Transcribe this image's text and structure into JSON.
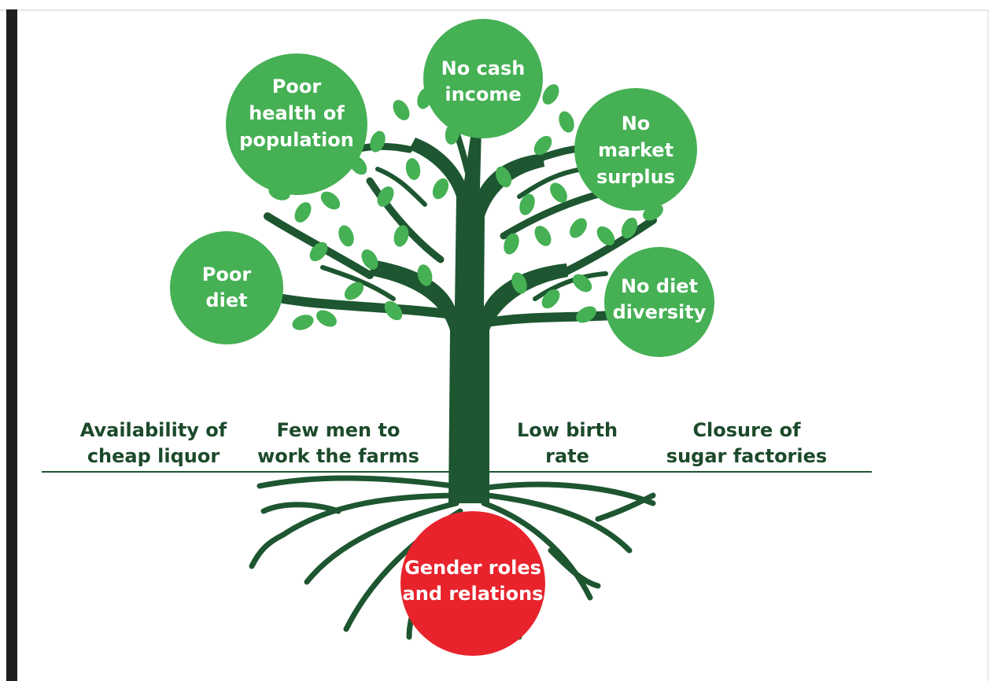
{
  "effects": [
    {
      "line1": "Poor",
      "line2": "health of",
      "line3": "population"
    },
    {
      "line1": "No cash",
      "line2": "income"
    },
    {
      "line1": "No",
      "line2": "market",
      "line3": "surplus"
    },
    {
      "line1": "Poor",
      "line2": "diet"
    },
    {
      "line1": "No diet",
      "line2": "diversity"
    }
  ],
  "causes": [
    {
      "line1": "Availability of",
      "line2": "cheap liquor"
    },
    {
      "line1": "Few men to",
      "line2": "work the farms"
    },
    {
      "line1": "Low birth",
      "line2": "rate"
    },
    {
      "line1": "Closure of",
      "line2": "sugar factories"
    }
  ],
  "root_cause": {
    "line1": "Gender roles",
    "line2": "and relations"
  },
  "colors": {
    "trunk": "#1d5630",
    "leaf": "#45b054",
    "effect_circle": "#45b054",
    "root_circle": "#e8232c",
    "cause_text": "#1c4a2b"
  }
}
